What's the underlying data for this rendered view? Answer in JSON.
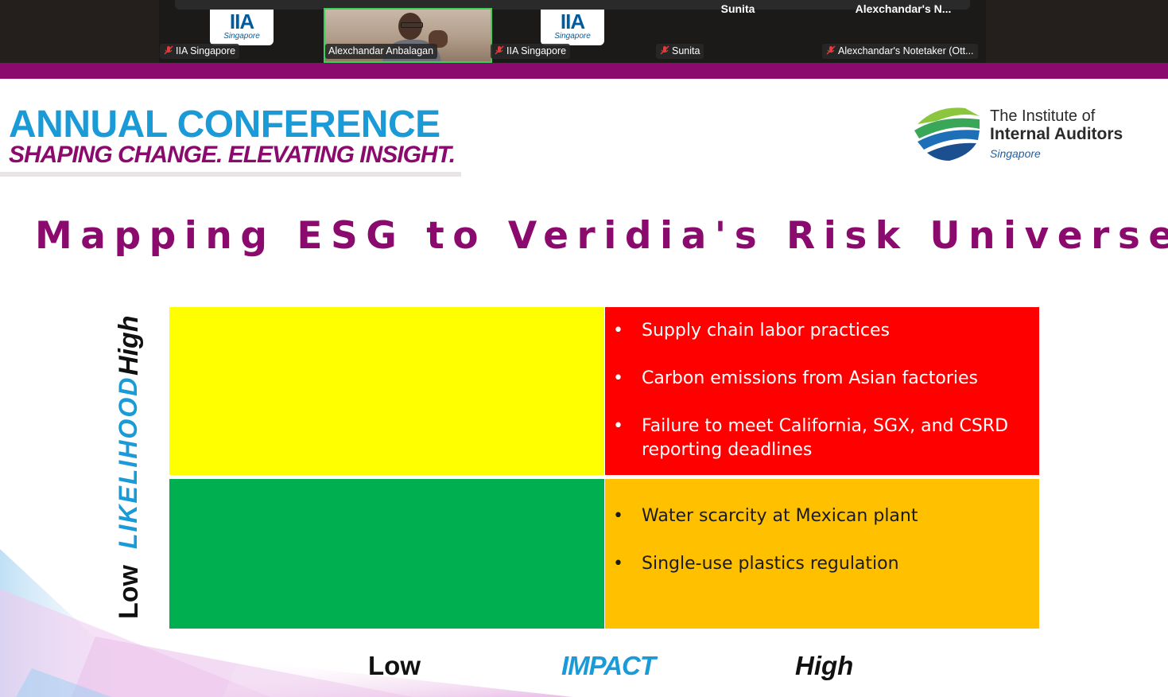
{
  "meeting": {
    "participants": [
      {
        "tile_kind": "logo",
        "logo_text": "IIA",
        "logo_sub": "Singapore",
        "label": "IIA Singapore",
        "muted": true
      },
      {
        "tile_kind": "video",
        "label": "Alexchandar Anbalagan",
        "muted": false,
        "active_speaker": true
      },
      {
        "tile_kind": "logo",
        "logo_text": "IIA",
        "logo_sub": "Singapore",
        "label": "IIA Singapore",
        "muted": true
      },
      {
        "tile_kind": "name",
        "name": "Sunita",
        "label": "Sunita",
        "muted": true
      },
      {
        "tile_kind": "name",
        "name": "Alexchandar's  N...",
        "label": "Alexchandar's Notetaker (Ott...",
        "muted": true
      }
    ]
  },
  "header": {
    "conference_title": "ANNUAL CONFERENCE",
    "conference_subtitle": "SHAPING CHANGE. ELEVATING INSIGHT.",
    "institute": {
      "line1": "The Institute of",
      "line2": "Internal Auditors",
      "line3": "Singapore"
    }
  },
  "slide": {
    "title": "Mapping ESG to Veridia's Risk Universe",
    "y_axis": {
      "high": "High",
      "label": "LIKELIHOOD",
      "low": "Low"
    },
    "x_axis": {
      "low": "Low",
      "label": "IMPACT",
      "high": "High"
    },
    "quadrants": {
      "high_likelihood_low_impact": {
        "color": "#ffff00",
        "items": []
      },
      "high_likelihood_high_impact": {
        "color": "#ff0000",
        "items": [
          "Supply chain labor practices",
          "Carbon emissions from Asian factories",
          "Failure to meet California, SGX, and CSRD reporting deadlines"
        ]
      },
      "low_likelihood_low_impact": {
        "color": "#00b050",
        "items": []
      },
      "low_likelihood_high_impact": {
        "color": "#ffc000",
        "items": [
          "Water scarcity at Mexican plant",
          "Single-use plastics regulation"
        ]
      }
    },
    "bullet": "•"
  },
  "colors": {
    "brand_purple": "#8b0a6d",
    "brand_blue": "#1a9bd7",
    "active_speaker_border": "#3ccf5a"
  }
}
